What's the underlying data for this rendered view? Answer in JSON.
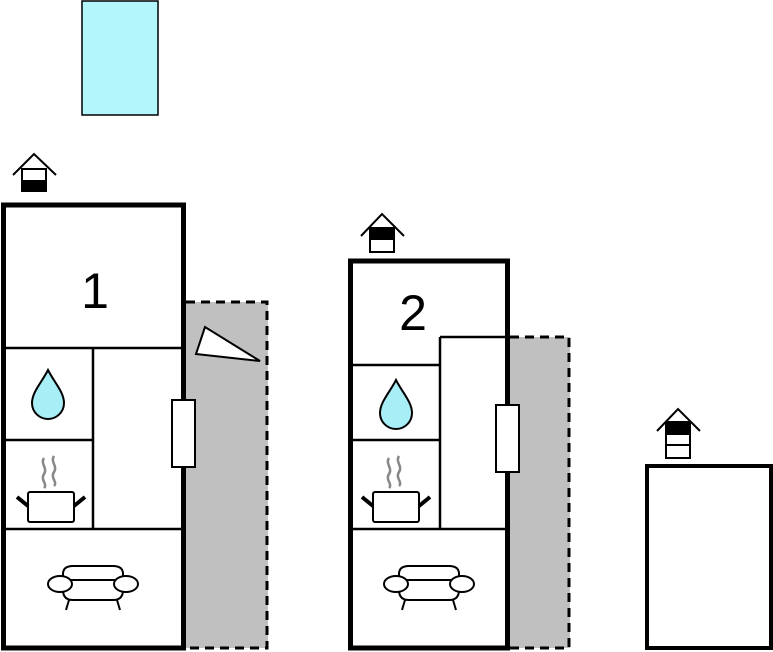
{
  "plan": {
    "units": [
      {
        "label": "1",
        "floor_indicator": "ground-floor"
      },
      {
        "label": "2",
        "floor_indicator": "first-floor"
      },
      {
        "label": "",
        "floor_indicator": "second-floor"
      }
    ]
  },
  "colors": {
    "pool": "#b3f7fc",
    "terrace": "#c0c0c0",
    "water_drop": "#a8eef6",
    "steam": "#888888",
    "walls": "#000000"
  },
  "icons": [
    "house-floor-icon",
    "water-drop-icon",
    "cooking-pot-icon",
    "sofa-icon",
    "door-icon",
    "pool-icon"
  ]
}
